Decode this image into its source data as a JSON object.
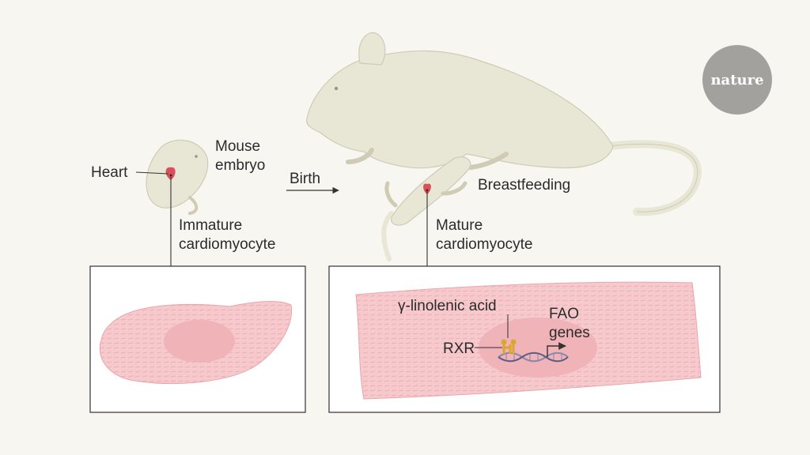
{
  "labels": {
    "heart": "Heart",
    "mouse_embryo_line1": "Mouse",
    "mouse_embryo_line2": "embryo",
    "birth": "Birth",
    "breastfeeding": "Breastfeeding",
    "immature_line1": "Immature",
    "immature_line2": "cardiomyocyte",
    "mature_line1": "Mature",
    "mature_line2": "cardiomyocyte",
    "linolenic": "γ-linolenic acid",
    "fao_line1": "FAO",
    "fao_line2": "genes",
    "rxr": "RXR"
  },
  "logo": {
    "text": "nature"
  },
  "colors": {
    "background": "#f7f6f1",
    "mouse_fill": "#e8e6d4",
    "mouse_stroke": "#cfcbb4",
    "heart": "#d9505a",
    "cell_fill": "#f6c9cc",
    "cell_stripe": "#e9a6ab",
    "nucleus": "#f0b3b7",
    "receptor": "#d9a62e",
    "dna": "#8a88a8",
    "logo_circle": "#a3a19d",
    "line": "#333333"
  }
}
